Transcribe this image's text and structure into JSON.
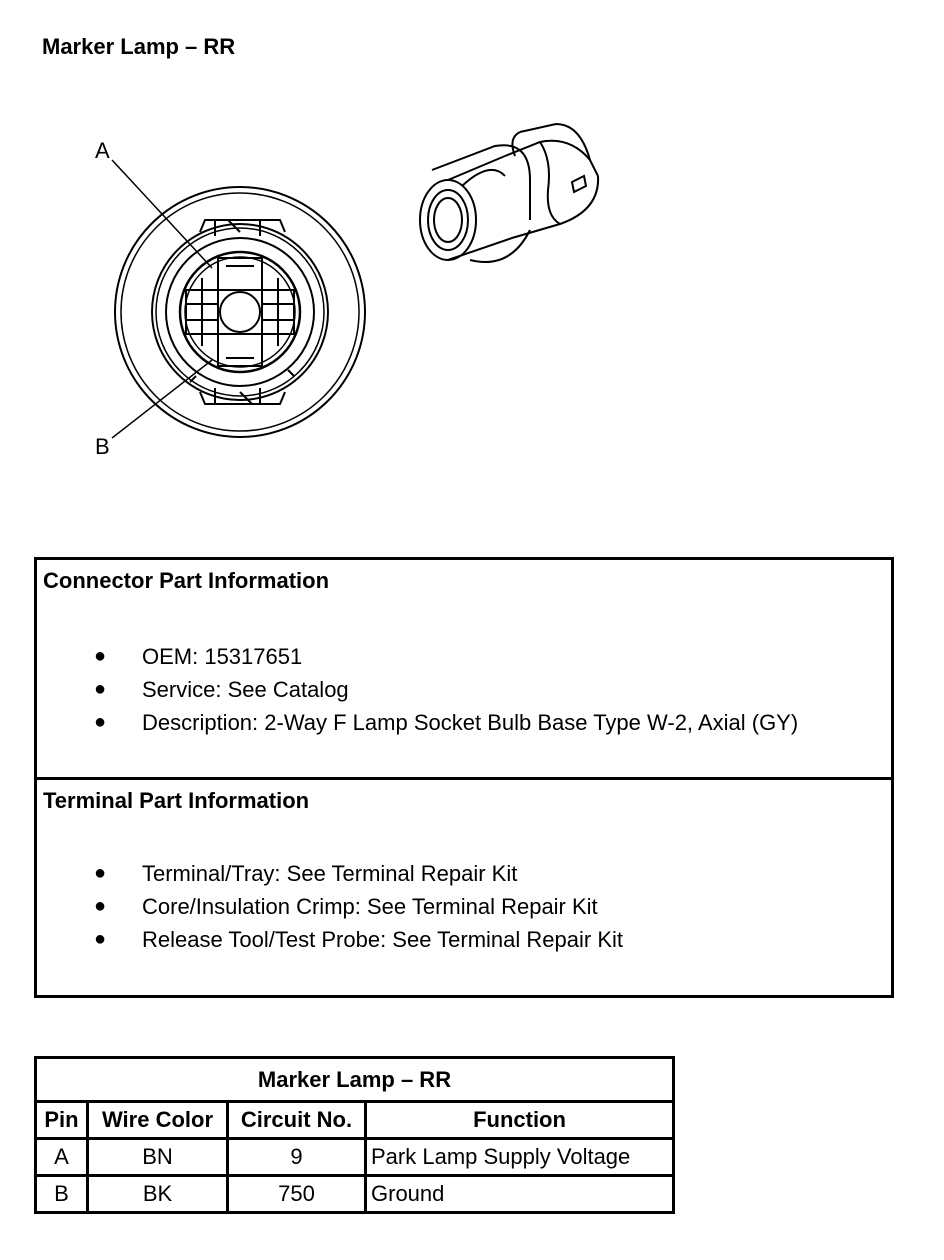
{
  "page_title": "Marker Lamp – RR",
  "diagram": {
    "callouts": [
      "A",
      "B"
    ]
  },
  "connector_info": {
    "heading": "Connector Part Information",
    "items": [
      "OEM: 15317651",
      "Service: See Catalog",
      "Description: 2-Way F Lamp Socket Bulb Base Type W-2, Axial (GY)"
    ]
  },
  "terminal_info": {
    "heading": "Terminal Part Information",
    "items": [
      "Terminal/Tray: See Terminal Repair Kit",
      "Core/Insulation Crimp: See Terminal Repair Kit",
      "Release Tool/Test Probe: See Terminal Repair Kit"
    ]
  },
  "pin_table": {
    "caption": "Marker Lamp – RR",
    "headers": [
      "Pin",
      "Wire Color",
      "Circuit No.",
      "Function"
    ],
    "rows": [
      [
        "A",
        "BN",
        "9",
        "Park Lamp Supply Voltage"
      ],
      [
        "B",
        "BK",
        "750",
        "Ground"
      ]
    ]
  },
  "bullet_glyph": "●"
}
